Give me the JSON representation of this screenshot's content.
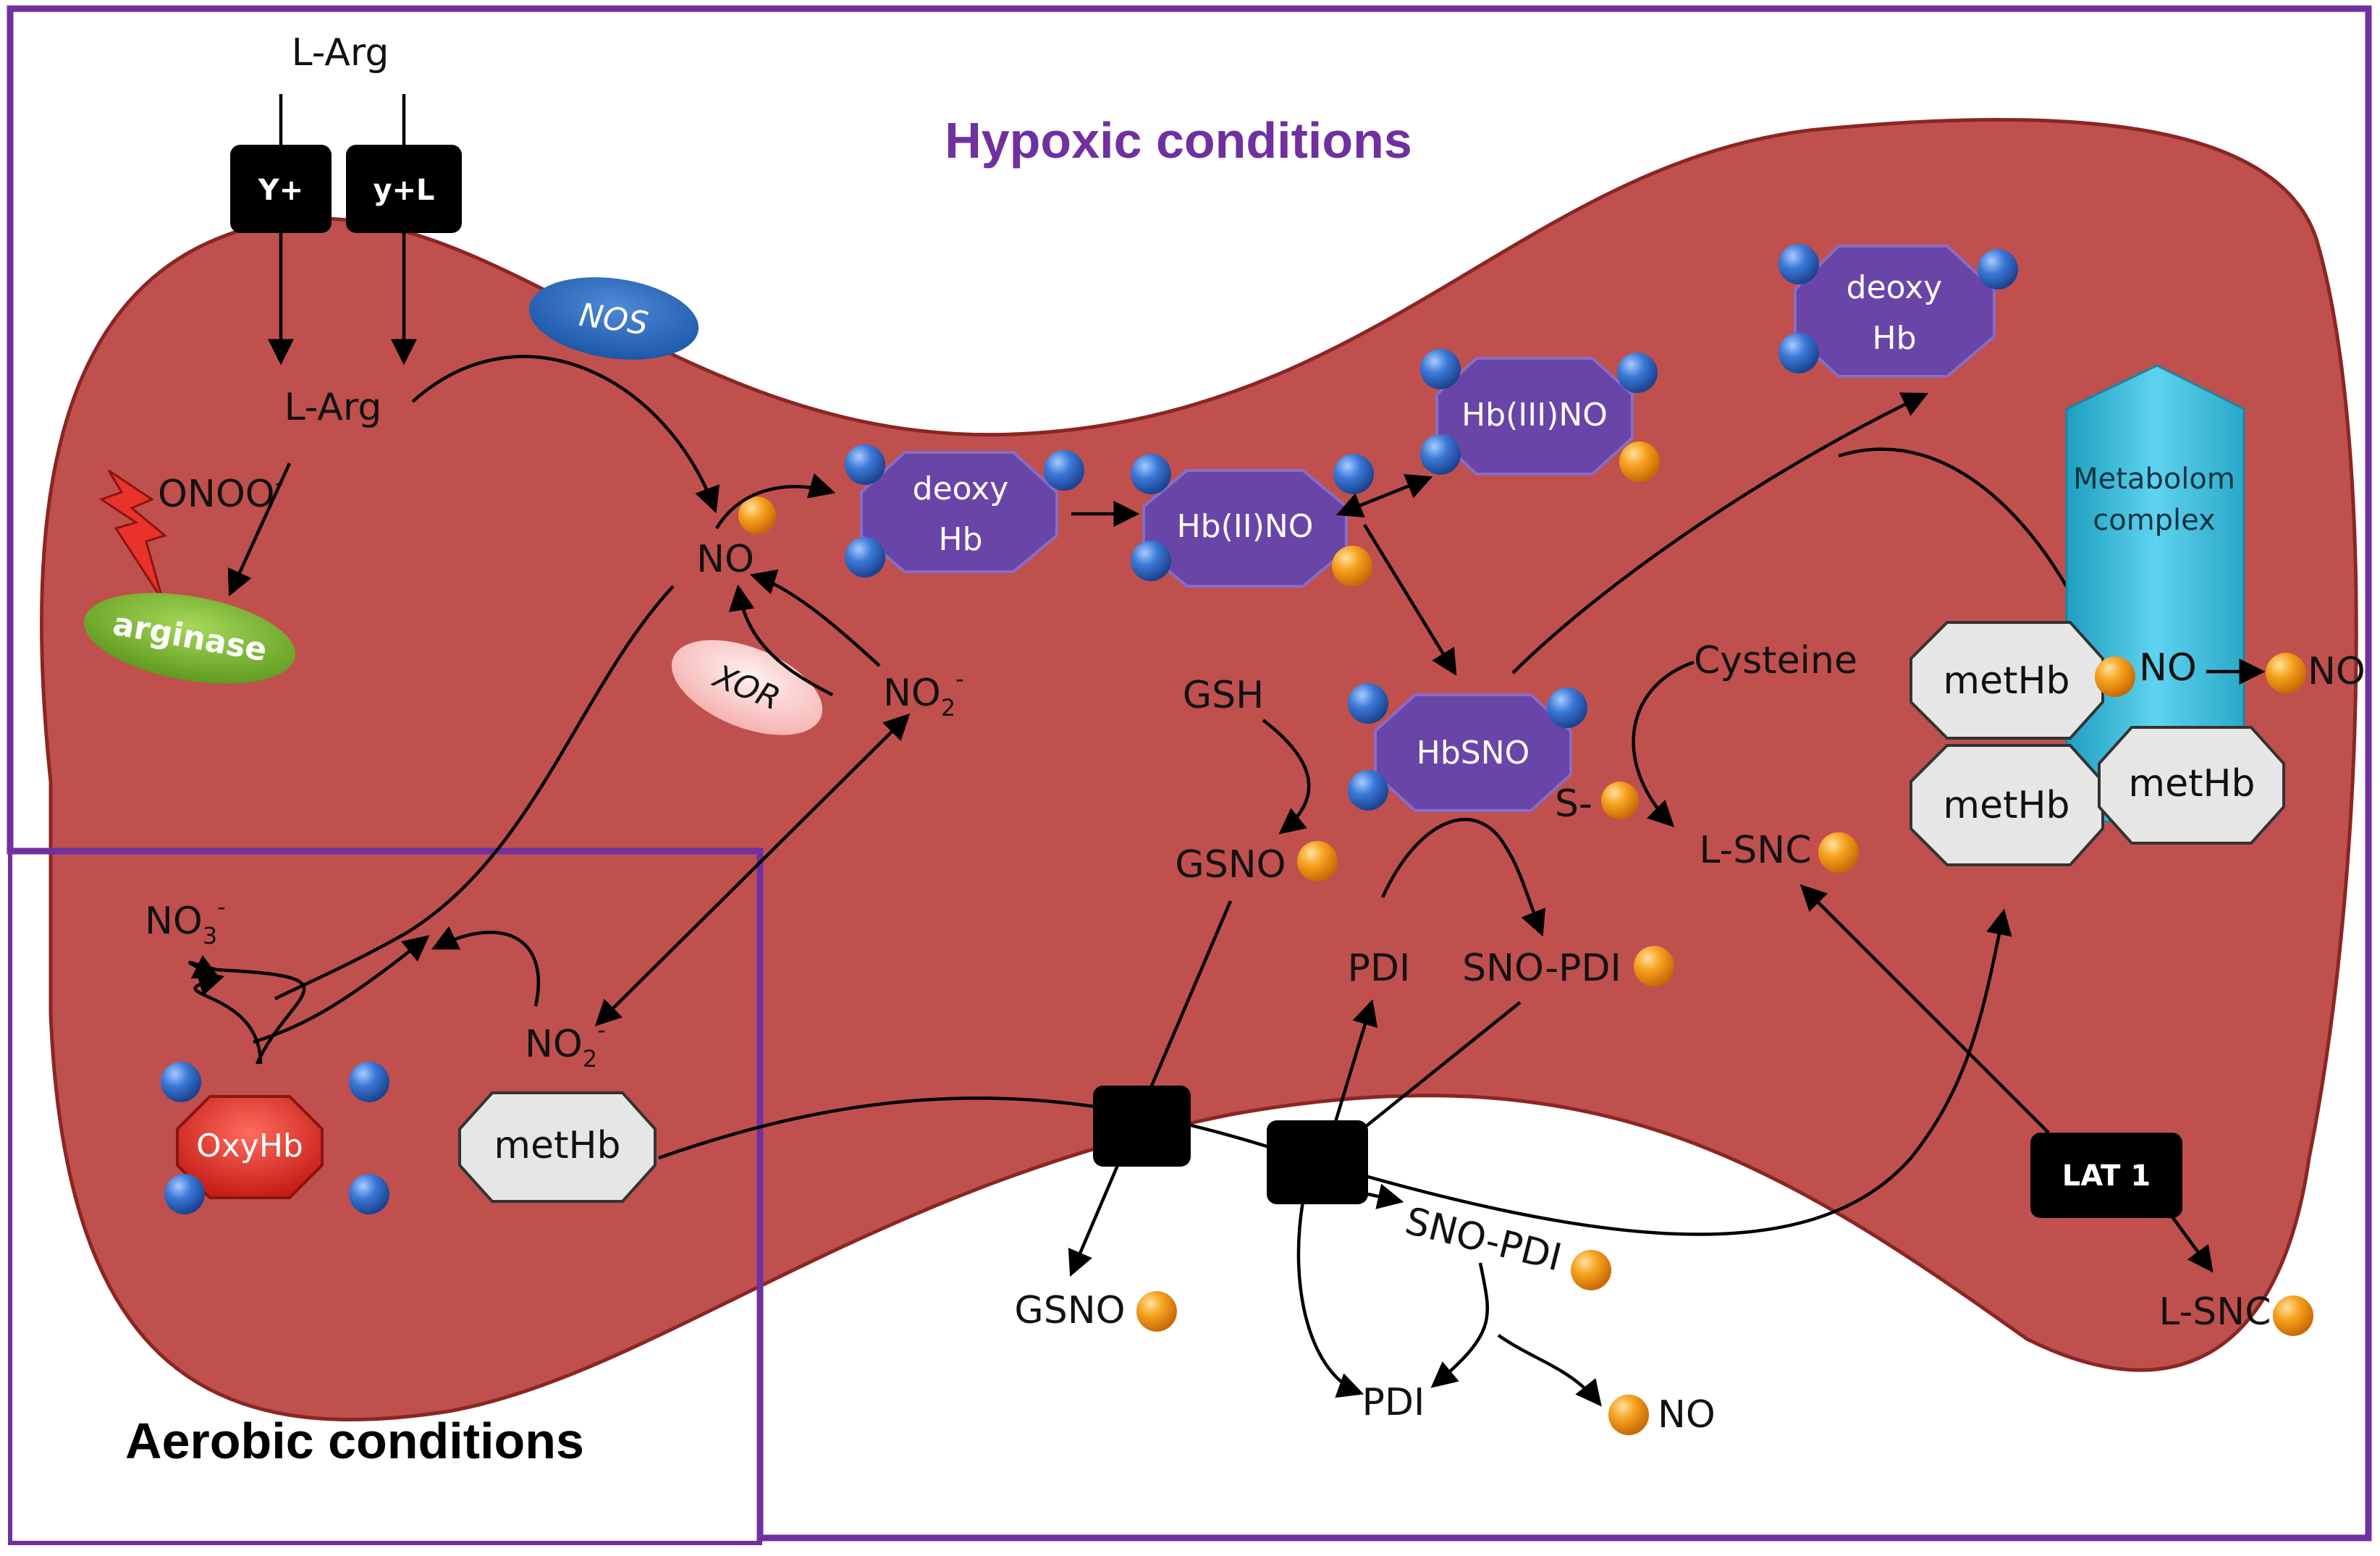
{
  "regions": {
    "hypoxic_title": "Hypoxic conditions",
    "aerobic_title": "Aerobic conditions"
  },
  "colors": {
    "cell_fill": "#c0504d",
    "hypoxic_border": "#7030a0",
    "aerobic_border": "#7030a0",
    "molecule_orange": "#f29a1f",
    "hb_blue": "#3a6fc4",
    "metabolom_cyan": "#31b0d0",
    "transporter_black": "#000000"
  },
  "transporters": {
    "y_plus": "Y+",
    "y_plus_l": "y+L",
    "lat1": "LAT 1"
  },
  "enzymes": {
    "nos": "NOS",
    "arginase": "arginase",
    "xor": "XOR"
  },
  "molecules": {
    "l_arg_out": "L-Arg",
    "l_arg_in": "L-Arg",
    "onoo": "ONOO",
    "onoo_sup": "-",
    "no_center": "NO",
    "no2_center": "NO",
    "no2_center_sub": "2",
    "no2_center_sup": "-",
    "no3": "NO",
    "no3_sub": "3",
    "no3_sup": "-",
    "no2_lower": "NO",
    "no2_lower_sub": "2",
    "no2_lower_sup": "-",
    "gsh": "GSH",
    "gsno_in": "GSNO",
    "gsno_out": "GSNO",
    "pdi_in": "PDI",
    "sno_pdi_in": "SNO-PDI",
    "sno_pdi_out": "SNO-PDI",
    "pdi_out": "PDI",
    "no_out_bottom": "NO",
    "cysteine": "Cysteine",
    "l_snc_in": "L-SNC",
    "l_snc_out": "L-SNC",
    "s_minus": "S-",
    "no_metabolom": "NO",
    "no_metabolom_out": "NO"
  },
  "hemoglobins": {
    "deoxy_hb_center": [
      "deoxy",
      "Hb"
    ],
    "hb_ii_no": "Hb(II)NO",
    "hb_iii_no": "Hb(III)NO",
    "deoxy_hb_top": [
      "deoxy",
      "Hb"
    ],
    "hbsno": "HbSNO",
    "oxyhb": "OxyHb",
    "methb_aerobic": "metHb",
    "methb_1": "metHb",
    "methb_2": "metHb",
    "methb_3": "metHb"
  },
  "metabolom": [
    "Metabolom",
    "complex"
  ]
}
